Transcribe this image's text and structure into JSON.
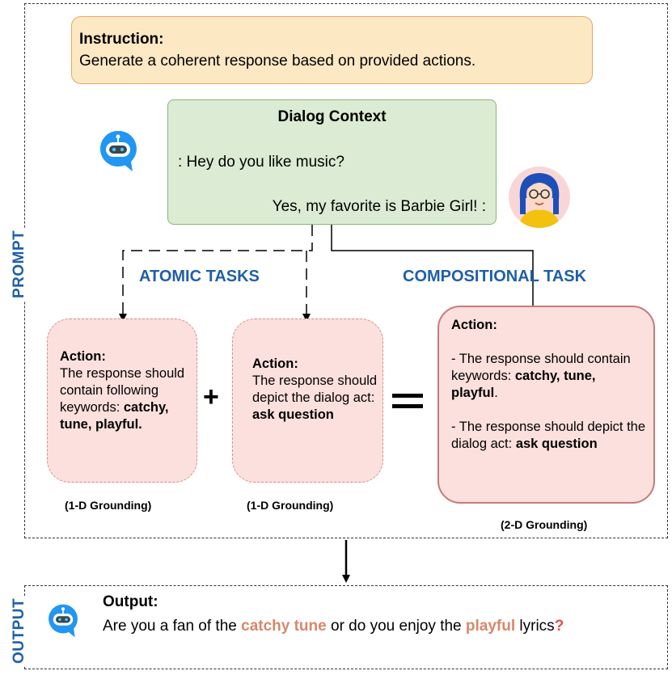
{
  "labels": {
    "prompt": "PROMPT",
    "output": "OUTPUT"
  },
  "instruction": {
    "title": "Instruction:",
    "text": "Generate a coherent response based on provided actions."
  },
  "dialog": {
    "title": "Dialog Context",
    "bot_line": ": Hey do you like music?",
    "user_line": "Yes, my favorite is Barbie Girl! :"
  },
  "headings": {
    "atomic": "ATOMIC TASKS",
    "compositional": "COMPOSITIONAL TASK"
  },
  "box1": {
    "title": "Action:",
    "text": "The response should contain following keywords:",
    "keywords": "catchy, tune, playful."
  },
  "box2": {
    "title": "Action:",
    "text": "The response should depict the dialog act:",
    "act": "ask question"
  },
  "box3": {
    "title": "Action:",
    "p1_text": "- The response should contain keywords:",
    "p1_kw": "catchy, tune, playful",
    "p1_end": ".",
    "p2_text": "- The response should depict the dialog act:",
    "p2_kw": "ask question"
  },
  "operators": {
    "plus": "+",
    "equals": "="
  },
  "captions": {
    "c1": "(1-D Grounding)",
    "c2": "(1-D Grounding)",
    "c3": "(2-D Grounding)"
  },
  "output": {
    "title": "Output:",
    "t1": "Are you a fan of the ",
    "kw1": "catchy tune",
    "t2": " or do you enjoy the ",
    "kw2": "playful",
    "t3": " lyrics",
    "q": "?"
  },
  "colors": {
    "blue": "#1f5fa8",
    "accent_kw": "#d9876a",
    "instruction_bg": "#fde8c4",
    "dialog_bg": "#dcebd3",
    "action_bg": "#fbe0dd"
  },
  "icons": [
    "robot-icon",
    "user-avatar-icon",
    "robot-icon"
  ]
}
